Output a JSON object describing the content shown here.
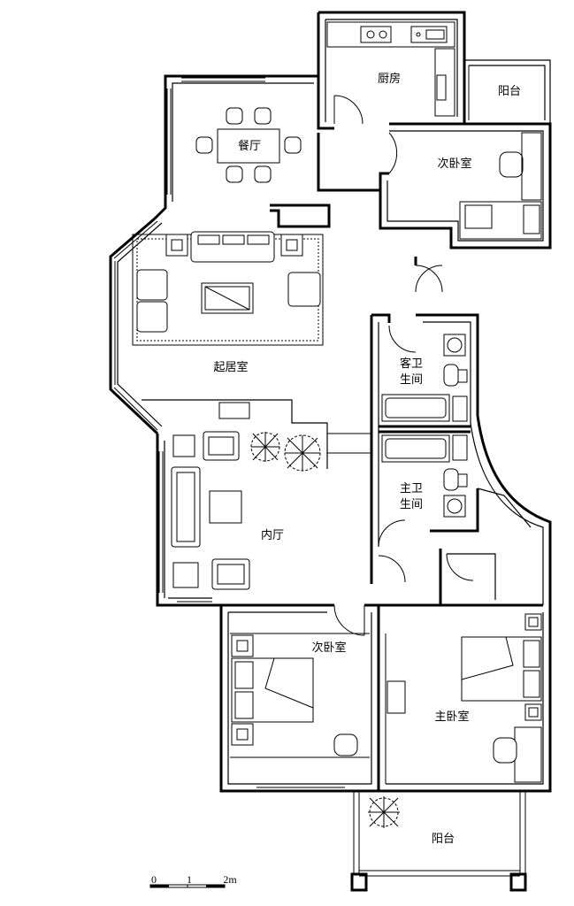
{
  "rooms": {
    "kitchen": "厨房",
    "balcony_top": "阳台",
    "dining": "餐厅",
    "bedroom_north": "次卧室",
    "living": "起居室",
    "guest_bath_line1": "客卫",
    "guest_bath_line2": "生间",
    "master_bath_line1": "主卫",
    "master_bath_line2": "生间",
    "inner_hall": "内厅",
    "bedroom_south": "次卧室",
    "master_bedroom": "主卧室",
    "balcony_bottom": "阳台"
  },
  "scale_bar": {
    "tick_0": "0",
    "tick_1": "1",
    "tick_2": "2m"
  }
}
